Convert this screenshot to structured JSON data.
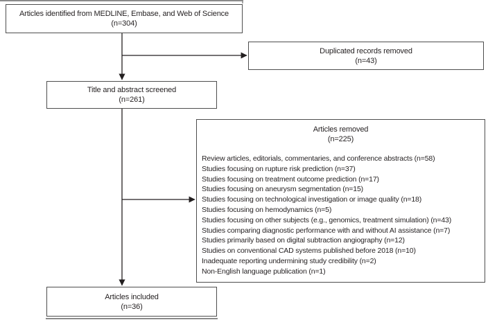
{
  "flowchart": {
    "boxes": {
      "identified": {
        "title": "Articles identified from MEDLINE, Embase, and Web of Science",
        "count": "(n=304)"
      },
      "duplicates_removed": {
        "title": "Duplicated records removed",
        "count": "(n=43)"
      },
      "screened": {
        "title": "Title and abstract screened",
        "count": "(n=261)"
      },
      "removed": {
        "title": "Articles removed",
        "count": "(n=225)",
        "reasons": [
          "Review articles, editorials, commentaries, and conference abstracts (n=58)",
          "Studies focusing on rupture risk prediction (n=37)",
          "Studies focusing on treatment outcome prediction (n=17)",
          "Studies focusing on aneurysm segmentation (n=15)",
          "Studies focusing on technological investigation or image quality (n=18)",
          "Studies focusing on hemodynamics (n=5)",
          "Studies focusing on other subjects (e.g., genomics, treatment simulation) (n=43)",
          "Studies comparing diagnostic performance with and without AI assistance (n=7)",
          "Studies primarily based on digital subtraction angiography (n=12)",
          "Studies on conventional CAD systems published before 2018 (n=10)",
          "Inadequate reporting undermining study credibility (n=2)",
          "Non-English language publication (n=1)"
        ]
      },
      "included": {
        "title": "Articles included",
        "count": "(n=36)"
      }
    },
    "colors": {
      "border": "#4d4d4d",
      "text": "#231f20",
      "background": "#ffffff",
      "edge_artifact": "#8a8a8a"
    }
  }
}
